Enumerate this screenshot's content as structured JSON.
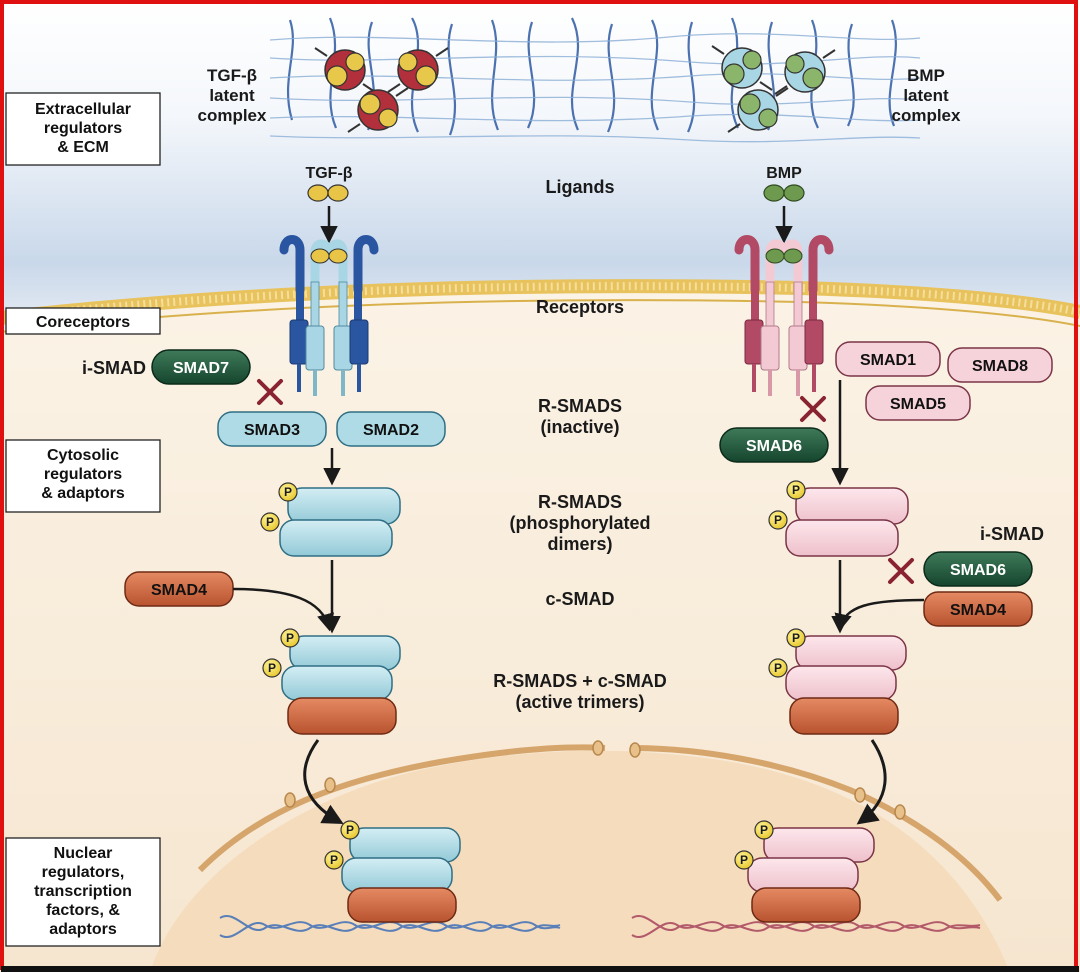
{
  "side_labels": {
    "extracellular": [
      "Extracellular",
      "regulators",
      "& ECM"
    ],
    "coreceptors": [
      "Coreceptors"
    ],
    "cytosolic": [
      "Cytosolic",
      "regulators",
      "& adaptors"
    ],
    "nuclear": [
      "Nuclear",
      "regulators,",
      "transcription",
      "factors, &",
      "adaptors"
    ]
  },
  "center_labels": {
    "ligands": "Ligands",
    "receptors": "Receptors",
    "rsmads_inactive": [
      "R-SMADS",
      "(inactive)"
    ],
    "rsmads_phos": [
      "R-SMADS",
      "(phosphorylated",
      "dimers)"
    ],
    "csmad": "c-SMAD",
    "trimers": [
      "R-SMADS + c-SMAD",
      "(active trimers)"
    ]
  },
  "left": {
    "latent_complex": [
      "TGF-β",
      "latent",
      "complex"
    ],
    "ligand": "TGF-β",
    "ismad_label": "i-SMAD",
    "smad7": "SMAD7",
    "smad3": "SMAD3",
    "smad2": "SMAD2",
    "smad4": "SMAD4"
  },
  "right": {
    "latent_complex": [
      "BMP",
      "latent",
      "complex"
    ],
    "ligand": "BMP",
    "smad1": "SMAD1",
    "smad8": "SMAD8",
    "smad5": "SMAD5",
    "smad6_top": "SMAD6",
    "ismad_label": "i-SMAD",
    "smad6_mid": "SMAD6",
    "smad4": "SMAD4"
  },
  "phospho_label": "P",
  "colors": {
    "frame": "#e01010",
    "tgf_smad": "#aedbe6",
    "bmp_smad": "#f6d3db",
    "smad4": "#d26744",
    "ismad": "#1f5a3c",
    "phospho": "#f2d540",
    "membrane": "#f1d27a",
    "nucleus": "#f6e1c4",
    "cytoplasm": "#f7ecdd",
    "inhibit_x": "#8a2331"
  }
}
